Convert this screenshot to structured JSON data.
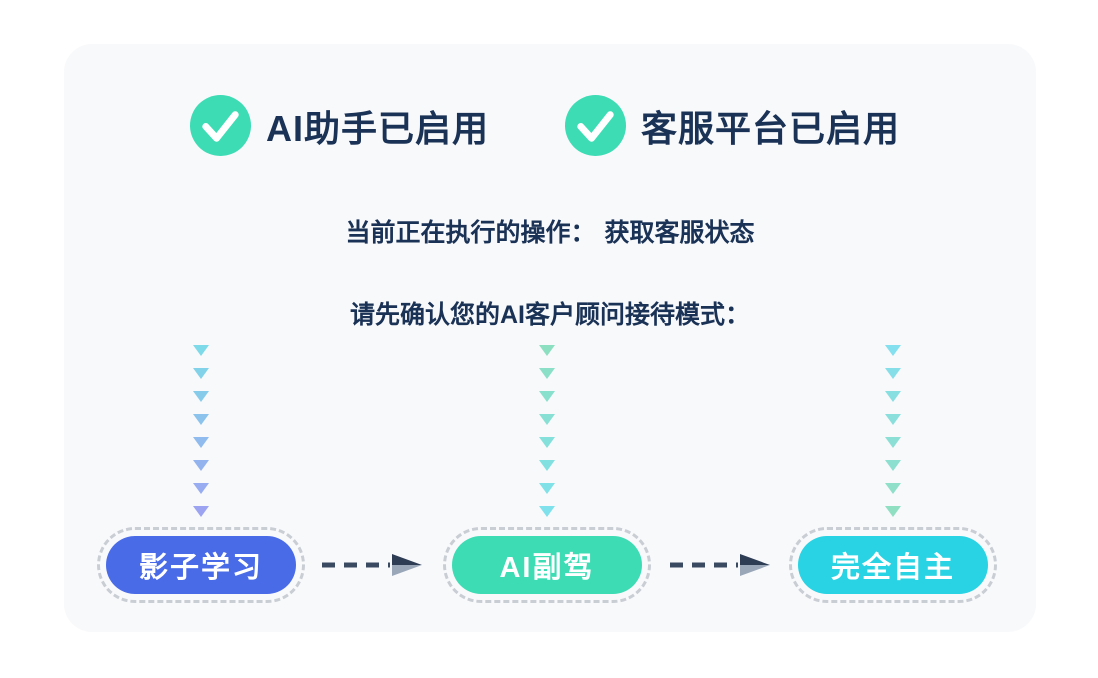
{
  "status_badges": [
    {
      "label": "AI助手已启用"
    },
    {
      "label": "客服平台已启用"
    }
  ],
  "current_action": {
    "label": "当前正在执行的操作：",
    "value": "获取客服状态"
  },
  "prompt_text": "请先确认您的AI客户顾问接待模式：",
  "modes": [
    {
      "label": "影子学习",
      "pill_color": "#4A6BE8",
      "chevron_from": "#7EDAE8",
      "chevron_to": "#9CA4F2"
    },
    {
      "label": "AI副驾",
      "pill_color": "#3EDCB4",
      "chevron_from": "#8DDFC1",
      "chevron_to": "#7EE1EC"
    },
    {
      "label": "完全自主",
      "pill_color": "#29D3E3",
      "chevron_from": "#84DFEE",
      "chevron_to": "#91DFC3"
    }
  ],
  "chevron_count": 8,
  "icons": {
    "check": "✓",
    "chevron_down": "▼",
    "arrow_right": "➤"
  },
  "colors": {
    "card_bg": "#F8F9FB",
    "heading_text": "#1A3255",
    "check_circle": "#3DDCB4",
    "check_mark": "#FFFFFF",
    "dashed_outline": "#C9CDD4",
    "arrow_dash": "#3A4A60",
    "arrow_head_dark": "#2F3D54",
    "arrow_head_light": "#9AA7B8"
  }
}
